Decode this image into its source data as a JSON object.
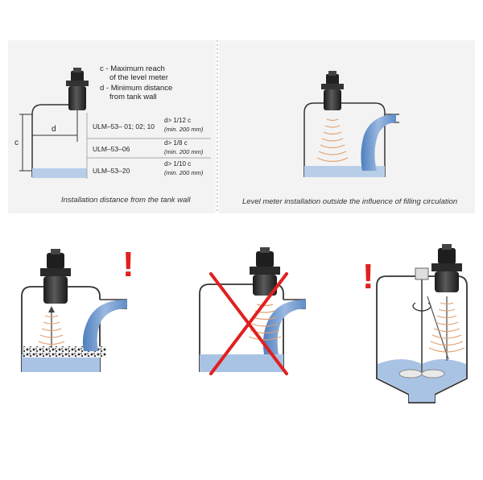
{
  "legend": {
    "c": "c - Maximum reach",
    "c2": "of the level meter",
    "d": "d - Minimum distance",
    "d2": "from tank wall"
  },
  "dims": {
    "c": "c",
    "d": "d"
  },
  "table": {
    "rows": [
      {
        "model": "ULM–53– 01; 02; 10",
        "req": "d> 1/12 c",
        "note": "(min. 200 mm)"
      },
      {
        "model": "ULM–53–06",
        "req": "d> 1/8 c",
        "note": "(min. 200 mm)"
      },
      {
        "model": "ULM–53–20",
        "req": "d> 1/10 c",
        "note": "(min. 200 mm)"
      }
    ]
  },
  "captions": {
    "left": "Installation distance from the tank wall",
    "right": "Level meter installation outside the influence of filling circulation"
  },
  "warnings": {
    "mark": "!"
  },
  "colors": {
    "water": "#a9c3e4",
    "water_dark": "#6f96c9",
    "stream": "#7fa6d6",
    "waves": "#e0a070",
    "warning": "#e02020",
    "cross": "#e02020",
    "tank_line": "#333333",
    "sensor": "#2b2b2b"
  }
}
